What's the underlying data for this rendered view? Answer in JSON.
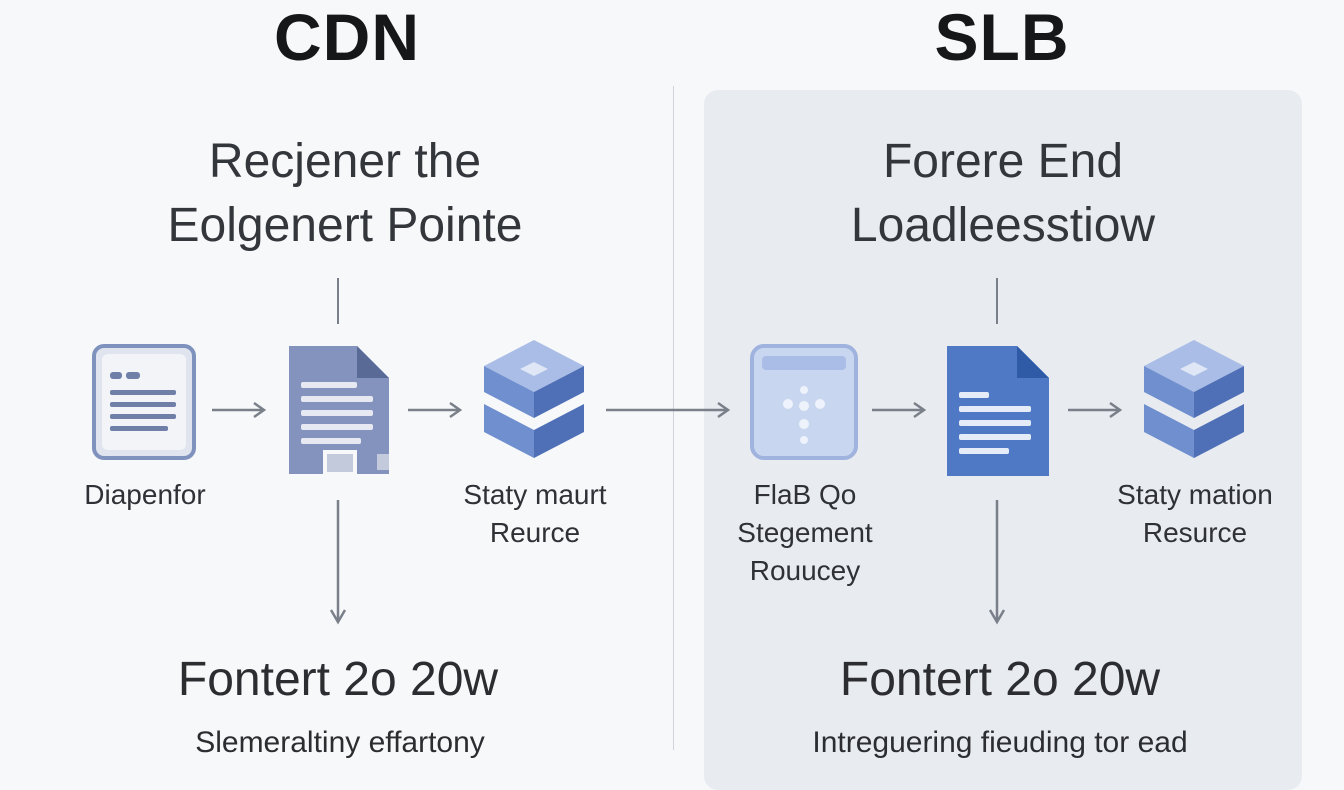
{
  "left": {
    "heading": "CDN",
    "subtitle_lines": [
      "Recjener the",
      "Eolgenert Pointe"
    ],
    "nodes": [
      {
        "icon": "document-window-icon",
        "label_lines": [
          "Diapenfor"
        ]
      },
      {
        "icon": "file-copy-icon",
        "label_lines": []
      },
      {
        "icon": "server-cube-icon",
        "label_lines": [
          "Staty maurt",
          "Reurce"
        ]
      }
    ],
    "footer_title": "Fontert 2o 20w",
    "footer_text": "Slemeraltiny effartony"
  },
  "right": {
    "heading": "SLB",
    "subtitle_lines": [
      "Forere End",
      "Loadleesstiow"
    ],
    "nodes": [
      {
        "icon": "load-balancer-icon",
        "label_lines": [
          "FlaB Qo",
          "Stegement",
          "Rouucey"
        ]
      },
      {
        "icon": "file-icon",
        "label_lines": []
      },
      {
        "icon": "server-cube-icon",
        "label_lines": [
          "Staty mation",
          "Resurce"
        ]
      }
    ],
    "footer_title": "Fontert 2o 20w",
    "footer_text": "Intreguering fieuding tor ead"
  },
  "colors": {
    "left_accent": "#7f92bd",
    "right_accent": "#4f79c4",
    "panel_bg": "#e8ebf0",
    "arrow": "#7a8089"
  }
}
